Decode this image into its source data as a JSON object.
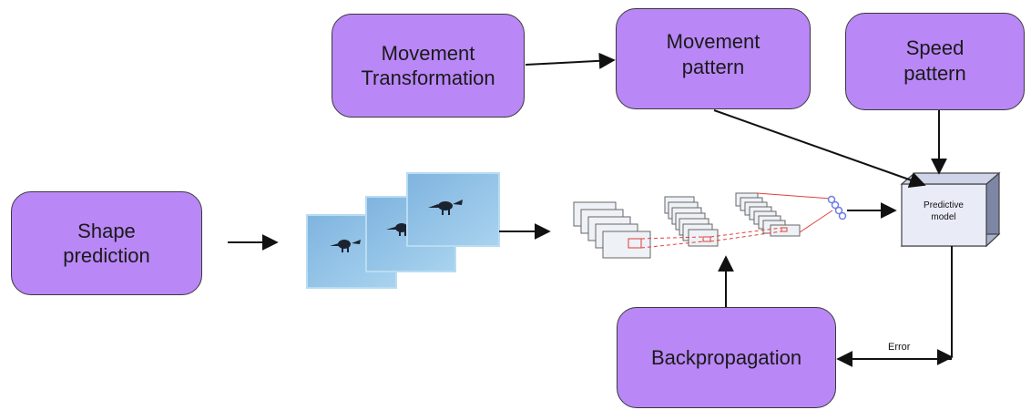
{
  "nodes": {
    "shape_prediction": "Shape\nprediction",
    "movement_transformation": "Movement\nTransformation",
    "movement_pattern": "Movement\npattern",
    "speed_pattern": "Speed\npattern",
    "backpropagation": "Backpropagation",
    "predictive_model_line1": "Predictive",
    "predictive_model_line2": "model"
  },
  "edge_labels": {
    "error": "Error"
  },
  "colors": {
    "box_fill": "#b987f6",
    "frame_blue": "#8fc0e3",
    "cnn_red": "#e0403a",
    "node_blue": "#6f7be8"
  }
}
